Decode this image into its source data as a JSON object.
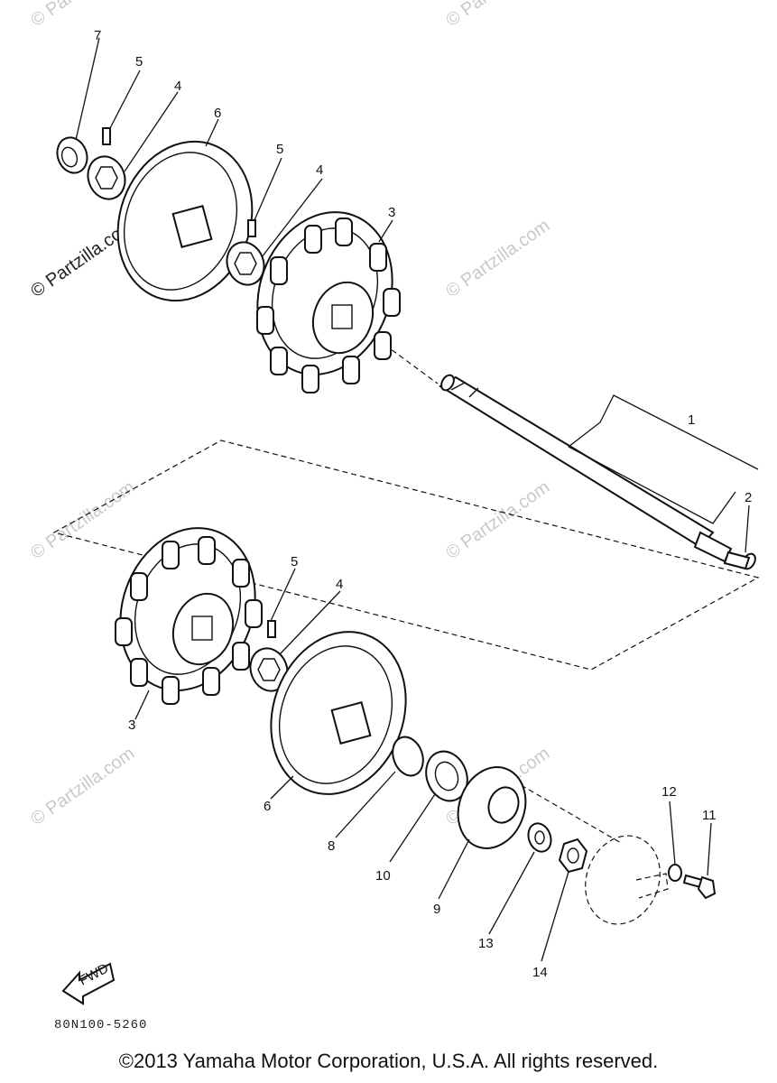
{
  "callouts": {
    "c1": "1",
    "c2": "2",
    "c3a": "3",
    "c3b": "3",
    "c4a": "4",
    "c4b": "4",
    "c4c": "4",
    "c5a": "5",
    "c5b": "5",
    "c5c": "5",
    "c6a": "6",
    "c6b": "6",
    "c7": "7",
    "c8": "8",
    "c9": "9",
    "c10": "10",
    "c11": "11",
    "c12": "12",
    "c13": "13",
    "c14": "14"
  },
  "fwd_label": "FWD",
  "watermark": "© Partzilla.com",
  "drawing_number": "80N100-5260",
  "copyright": "©2013 Yamaha Motor Corporation, U.S.A. All rights reserved."
}
